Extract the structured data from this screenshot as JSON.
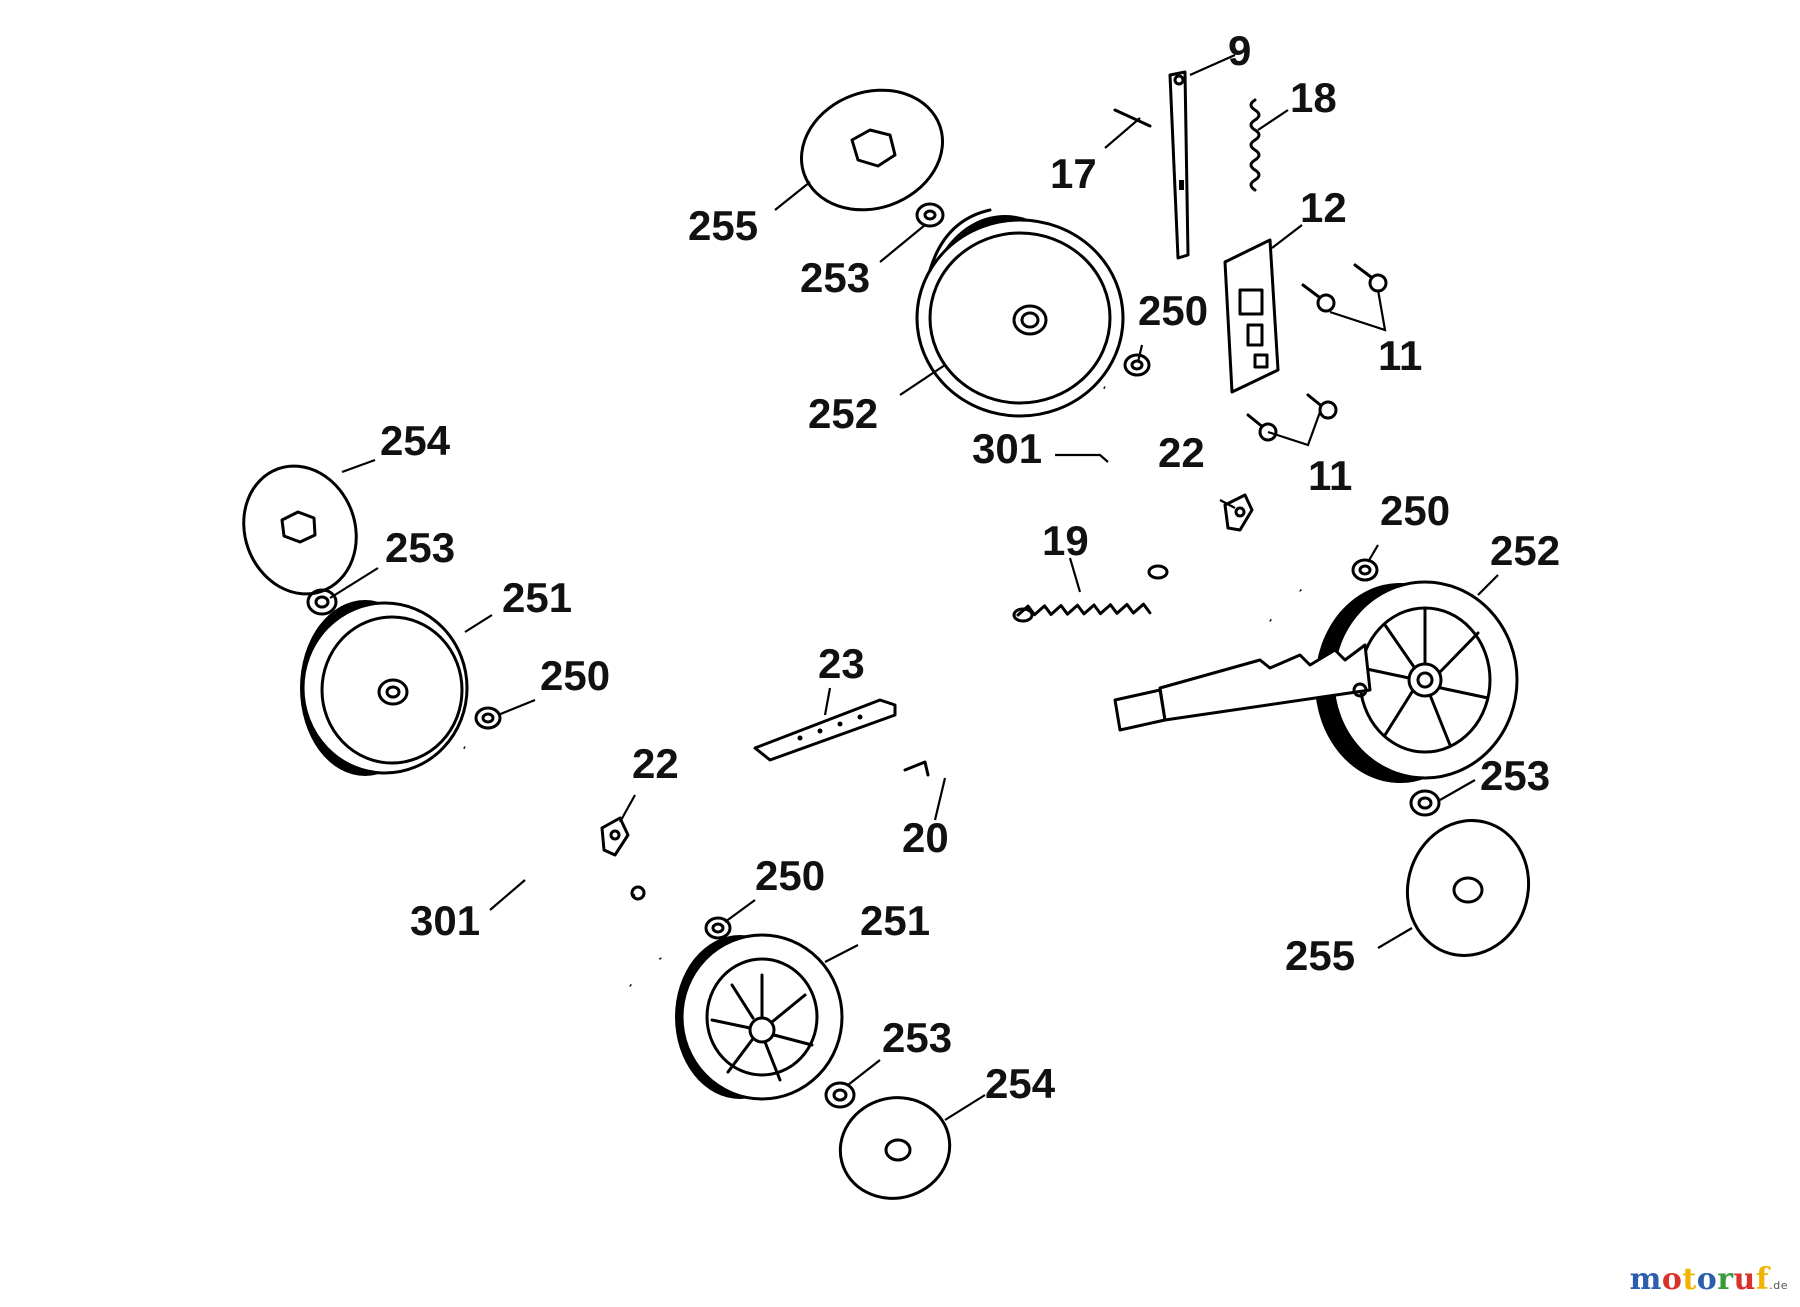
{
  "labels": {
    "p9": "9",
    "p18": "18",
    "p17": "17",
    "p12": "12",
    "p255_top": "255",
    "p253_top": "253",
    "p250_top": "250",
    "p11_a": "11",
    "p252_top": "252",
    "p301_top": "301",
    "p22_right": "22",
    "p11_b": "11",
    "p254_left": "254",
    "p250_right": "250",
    "p253_left": "253",
    "p19": "19",
    "p252_right": "252",
    "p251_left": "251",
    "p250_left": "250",
    "p23": "23",
    "p22_left": "22",
    "p253_right": "253",
    "p20": "20",
    "p250_bottom": "250",
    "p251_bottom": "251",
    "p255_bottom": "255",
    "p301_bottom": "301",
    "p253_bottom": "253",
    "p254_bottom": "254"
  },
  "watermark": {
    "letters": [
      "m",
      "o",
      "t",
      "o",
      "r",
      "u",
      "f"
    ],
    "colors": [
      "#2b5fae",
      "#d8322a",
      "#f0b400",
      "#2b5fae",
      "#3a9a3a",
      "#d8322a",
      "#f0b400"
    ],
    "tld": ".de"
  }
}
